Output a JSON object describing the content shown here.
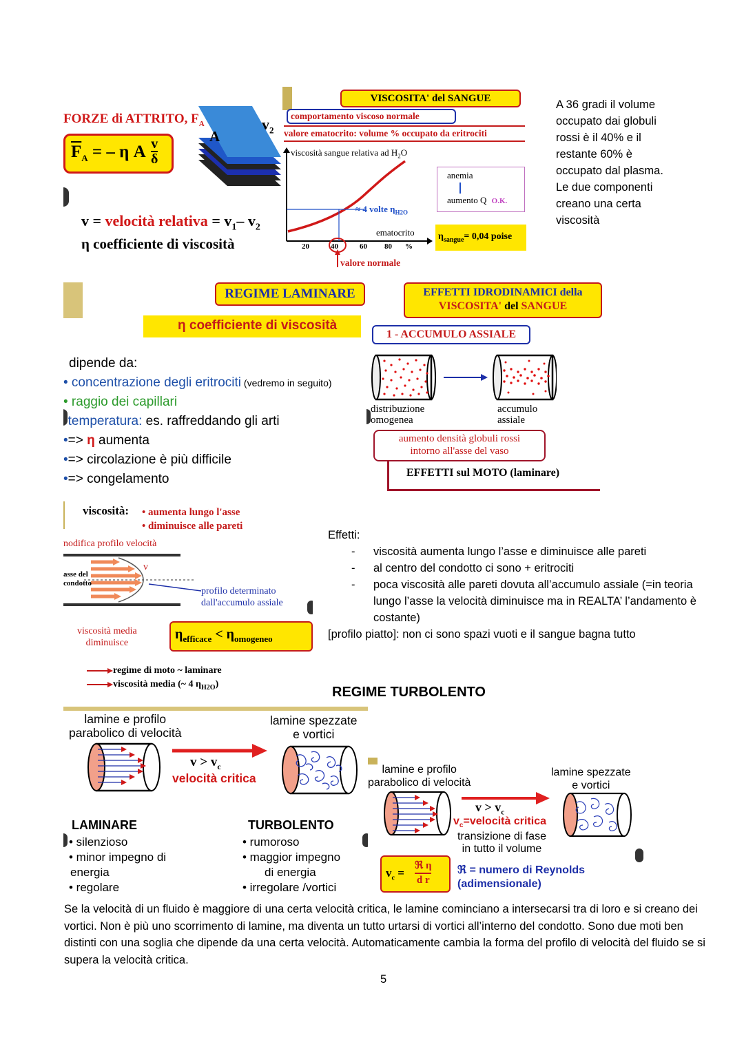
{
  "panel1": {
    "forze_title": "FORZE di ATTRITO, F",
    "forze_sub": "A",
    "formula_lhs": "F",
    "formula_rhs": "= – η A",
    "frac_num": "v",
    "frac_den": "δ",
    "label_A": "A",
    "label_v2": "v",
    "label_v2_sub": "2",
    "velocity_def_v": "v =",
    "velocity_def_red": "velocità relativa",
    "velocity_def_rest": "= v",
    "velocity_def_sub1": "1",
    "velocity_def_minus": "– v",
    "velocity_def_sub2": "2",
    "eta_line": "η  coefficiente di viscosità"
  },
  "panel2": {
    "title": "VISCOSITA' del SANGUE",
    "box1": "comportamento viscoso normale",
    "box2": "valore ematocrito: volume % occupato da eritrociti",
    "ylabel": "viscosità sangue relativa ad H",
    "ylabel_sub": "2",
    "ylabel_end": "O",
    "approx": "≈ 4 volte η",
    "approx_sub": "H2O",
    "xlabel": "ematocrito",
    "ticks": [
      "20",
      "40",
      "60",
      "80",
      "%"
    ],
    "normal_value": "valore normale",
    "legend_anemia": "anemia",
    "legend_aumento": "aumento Q",
    "legend_ok": "O.K.",
    "eta_sangue": "η",
    "eta_sangue_sub": "sangue",
    "eta_sangue_val": "= 0,04 poise"
  },
  "note1": {
    "lines": [
      "A 36 gradi il volume",
      "occupato dai globuli",
      "rossi è il 40% e il",
      "restante 60% è",
      "occupato dal plasma.",
      "Le due componenti",
      "creano una certa",
      "viscosità"
    ]
  },
  "panel3": {
    "title": "REGIME LAMINARE",
    "eta_heading": "η   coefficiente di viscosità",
    "depends": "dipende da:",
    "b1": "• concentrazione degli eritrociti",
    "b1_small": " (vedremo in seguito)",
    "b2": "• raggio dei capillari",
    "b3_blue": "•temperatura:",
    "b3_rest": " es. raffreddando gli arti",
    "b4_dot": "•",
    "b4": "=> ",
    "b4_eta": "η",
    "b4_rest": " aumenta",
    "b5_dot": "•",
    "b5": "=> circolazione è più difficile",
    "b6_dot": "•",
    "b6": "=> congelamento"
  },
  "panel4": {
    "title1": "EFFETTI IDRODINAMICI della",
    "title2a": "VISCOSITA'",
    "title2b": " del ",
    "title2c": "SANGUE",
    "accumulo": "1 - ACCUMULO ASSIALE",
    "dist1": "distribuzione",
    "dist2": "omogenea",
    "acc1": "accumulo",
    "acc2": "assiale",
    "aumento1": "aumento densità globuli rossi",
    "aumento2": "intorno all'asse del vaso",
    "effetti_moto": "EFFETTI sul MOTO (laminare)"
  },
  "panel5": {
    "viscosita": "viscosità:",
    "v1": "aumenta lungo l'asse",
    "v2": "diminuisce alle pareti",
    "modifica": "nodifica profilo velocità",
    "asse1": "asse del",
    "asse2": "condotto",
    "vlabel": "v",
    "profilo1": "profilo determinato",
    "profilo2": "dall'accumulo assiale",
    "media1": "viscosità media",
    "media2": "diminuisce",
    "eta_eff": "η",
    "eta_eff_sub": "efficace",
    "lt": "<",
    "eta_om": "η",
    "eta_om_sub": "omogeneo",
    "regime": "regime di moto  ~ laminare",
    "visc_media": "viscosità  media  (~  4 η",
    "visc_media_sub": "H2O",
    "visc_media_end": ")"
  },
  "effetti": {
    "heading": "Effetti:",
    "items": [
      "viscosità aumenta lungo l’asse e diminuisce alle pareti",
      "al centro del condotto ci sono + eritrociti",
      "poca viscosità alle pareti dovuta all’accumulo assiale (=in teoria lungo l’asse la velocità diminuisce ma in REALTA’ l’andamento è costante)"
    ],
    "profilo": "[profilo piatto]: non ci sono spazi vuoti e il sangue bagna tutto"
  },
  "turbolento_heading": "REGIME TURBOLENTO",
  "panel6": {
    "lam1": "lamine e profilo",
    "lam2": "parabolico di velocità",
    "spez1": "lamine spezzate",
    "spez2": "e vortici",
    "vvc": "v > v",
    "vvc_sub": "c",
    "critica": "velocità  critica",
    "laminare": "LAMINARE",
    "l1": "• silenzioso",
    "l2": "•  minor impegno di",
    "l2b": "energia",
    "l3": "•  regolare",
    "turbolento": "TURBOLENTO",
    "t1": "•  rumoroso",
    "t2": "•  maggior impegno",
    "t2b": "di energia",
    "t3": "•  irregolare /vortici"
  },
  "panel7": {
    "lam1": "lamine e profilo",
    "lam2": "parabolico di velocità",
    "spez1": "lamine spezzate",
    "spez2": "e vortici",
    "vvc": "v > v",
    "vvc_sub": "c",
    "vc": "v",
    "vc_sub": "c",
    "vc_rest": "=velocità  critica",
    "trans1": "transizione di fase",
    "trans2": "in tutto il volume",
    "formula_v": "v",
    "formula_sub": "c",
    "formula_eq": "=",
    "formula_num": "ℜ η",
    "formula_den": "d r",
    "reynolds1": "ℜ = numero di Reynolds",
    "reynolds2": "(adimensionale)"
  },
  "paragraph": "Se la velocità di un fluido è maggiore di una certa velocità critica, le lamine cominciano a intersecarsi tra di loro e si creano dei vortici. Non è più uno scorrimento di lamine, ma diventa un tutto urtarsi di vortici all’interno del condotto. Sono due moti ben distinti con una soglia che dipende da una certa velocità. Automaticamente cambia la forma del profilo di velocità del fluido se si supera la velocità critica.",
  "page_number": "5"
}
